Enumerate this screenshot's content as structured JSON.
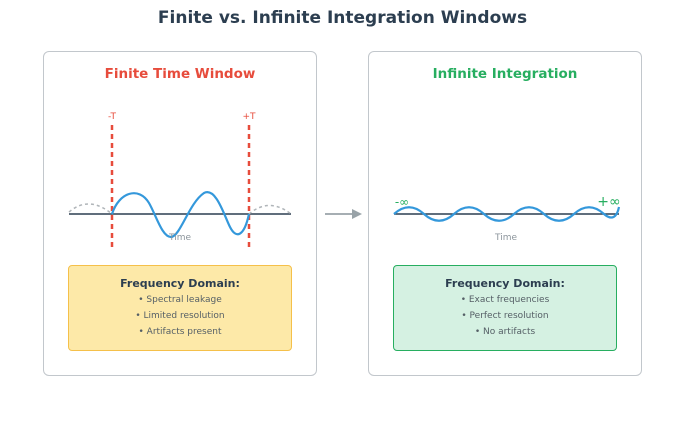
{
  "title": "Finite vs. Infinite Integration Windows",
  "finite_panel": {
    "title": "Finite Time Window",
    "marker_left": "-T",
    "marker_right": "+T",
    "axis_label": "Time",
    "info_title": "Frequency Domain:",
    "info_items": [
      "• Spectral leakage",
      "• Limited resolution",
      "• Artifacts present"
    ]
  },
  "infinite_panel": {
    "title": "Infinite Integration",
    "marker_left": "-∞",
    "marker_right": "+∞",
    "axis_label": "Time",
    "info_title": "Frequency Domain:",
    "info_items": [
      "• Exact frequencies",
      "• Perfect resolution",
      "• No artifacts"
    ]
  },
  "colors": {
    "finite_accent": "#e74c3c",
    "infinite_accent": "#27ae60",
    "wave": "#3498db",
    "axis": "#2c3e50"
  }
}
